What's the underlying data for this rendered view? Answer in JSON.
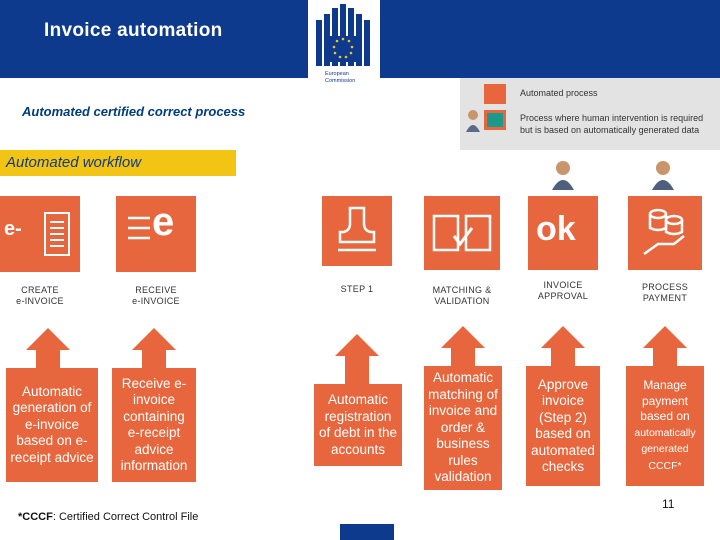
{
  "header": {
    "title": "Invoice automation",
    "logo_line1": "European",
    "logo_line2": "Commission"
  },
  "legend": {
    "automated": "Automated process",
    "human": "Process where human intervention is required but is based on automatically generated data",
    "automated_color": "#e8663d",
    "human_color": "#1a9a8a"
  },
  "subtitle": "Automated certified correct process",
  "workflow_title": "Automated workflow",
  "steps": [
    {
      "icon_text": "e-",
      "label": "CREATE\ne-INVOICE",
      "desc": "Automatic generation of e-invoice based on e-receipt advice"
    },
    {
      "icon_text": "e",
      "label": "RECEIVE\ne-INVOICE",
      "desc": "Receive e-invoice containing e-receipt advice information"
    },
    {
      "icon_text": "",
      "label": "STEP 1",
      "desc": "Automatic registration of debt in the accounts"
    },
    {
      "icon_text": "",
      "label": "MATCHING &\nVALIDATION",
      "desc": "Automatic matching of invoice and order & business rules validation"
    },
    {
      "icon_text": "ok",
      "label": "INVOICE\nAPPROVAL",
      "desc": "Approve invoice (Step 2) based on automated checks"
    },
    {
      "icon_text": "",
      "label": "PROCESS\nPAYMENT",
      "desc_a": "Manage payment based on",
      "desc_b": "automatically generated CCCF*"
    }
  ],
  "footnote_bold": "*CCCF",
  "footnote_rest": ": Certified Correct Control File",
  "page_number": "11",
  "colors": {
    "header_blue": "#0d3a8c",
    "orange": "#e8663d",
    "yellow": "#f2c414"
  }
}
